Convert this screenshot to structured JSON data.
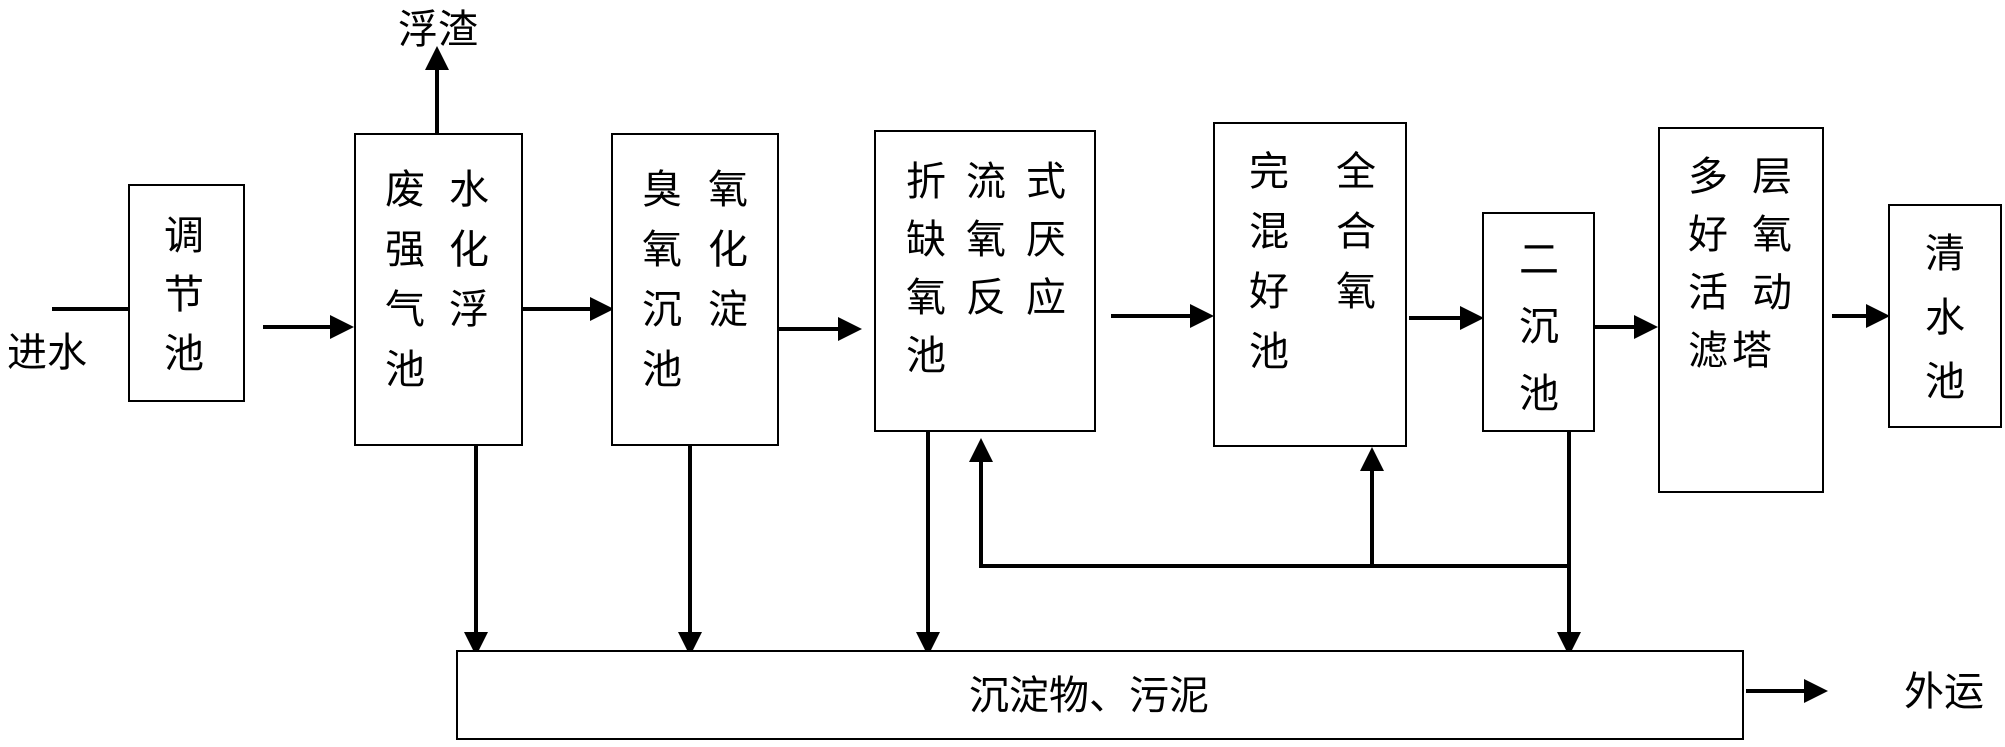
{
  "labels": {
    "inlet": "进水",
    "scum": "浮渣",
    "export": "外运"
  },
  "nodes": {
    "regulating_tank": [
      "调",
      "节",
      "池"
    ],
    "air_flotation": [
      "废",
      "水",
      "强",
      "化",
      "气",
      "浮",
      "池"
    ],
    "ozone": [
      "臭",
      "氧",
      "氧",
      "化",
      "沉",
      "淀",
      "池"
    ],
    "baffled_reactor": [
      "折",
      "流",
      "式",
      "缺",
      "氧",
      "厌",
      "氧",
      "反",
      "应",
      "池"
    ],
    "aerobic_tank": [
      "完",
      "全",
      "混",
      "合",
      "好",
      "氧",
      "池"
    ],
    "secondary_clarifier": [
      "二",
      "沉",
      "池"
    ],
    "biofilter": [
      "多",
      "层",
      "好",
      "氧",
      "活",
      "动",
      "滤",
      "塔"
    ],
    "clean_water": [
      "清",
      "水",
      "池"
    ],
    "sludge": "沉淀物、污泥"
  },
  "colors": {
    "line": "#000000",
    "background": "#ffffff"
  }
}
